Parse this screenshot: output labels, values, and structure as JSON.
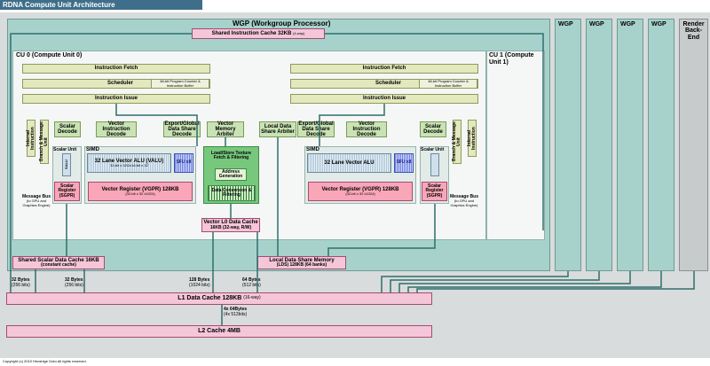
{
  "header": {
    "title": "RDNA Compute Unit Architecture"
  },
  "wgp": {
    "title": "WGP (Workgroup Processor)",
    "instr_cache": "Shared Instruction Cache 32KB",
    "instr_cache_sub": "(4-way)"
  },
  "side_wgps": [
    "WGP",
    "WGP",
    "WGP",
    "WGP"
  ],
  "render_backend": "Render Back-End",
  "cu0": {
    "title": "CU 0 (Compute Unit 0)",
    "instr_fetch": "Instruction Fetch",
    "scheduler": "Scheduler",
    "pc_note": "48-bit Program Counter & Instruction Buffer",
    "instr_issue": "Instruction Issue",
    "scalar_decode": "Scalar Decode",
    "vector_decode": "Vector Instruction Decode",
    "export_decode": "Export/Global Data Share Decode",
    "internal_instr": "Internal Instruction",
    "branch_msg": "Branch & Message Unit",
    "scalar_unit": "Scalar Unit",
    "salu": "SALU",
    "simd": "SIMD",
    "valu": "32 Lane Vector ALU (VALU)",
    "valu_sub": "32-bit x 32/2x16-bit x 32",
    "sfu": "SFU x8",
    "scalar_reg": "Scalar Register (SGPR)",
    "vector_reg": "Vector Register (VGPR) 128KB",
    "vector_reg_sub": "(32-bit x 32 x1024)",
    "message_bus": "Message Bus",
    "message_bus_sub": "(to GPU and Graphics Engine)"
  },
  "cu1": {
    "title": "CU 1 (Compute Unit 1)",
    "instr_fetch": "Instruction Fetch",
    "scheduler": "Scheduler",
    "pc_note": "48-bit Program Counter & Instruction Buffer",
    "instr_issue": "Instruction Issue",
    "export_decode": "Export/Global Data Share Decode",
    "vector_decode": "Vector Instruction Decode",
    "scalar_decode": "Scalar Decode",
    "branch_msg": "Branch & Message Unit",
    "internal_instr": "Internal Instruction",
    "simd": "SIMD",
    "valu": "32 Lane Vector ALU",
    "sfu": "SFU x8",
    "scalar_unit": "Scalar Unit",
    "vector_reg": "Vector Register (VGPR) 128KB",
    "vector_reg_sub": "(32-bit x 32 x1024)",
    "scalar_reg": "Scalar Register (SGPR)",
    "message_bus": "Message Bus",
    "message_bus_sub": "(to GPU and Graphics Engine)"
  },
  "shared": {
    "vector_mem_arbiter": "Vector Memory Arbiter",
    "lds_arbiter": "Local Data Share Arbiter",
    "texture": "Load/Store Texture Fetch & Filtering",
    "addr_gen": "Address Generation",
    "data_conv": "Data Conversion & Filtering",
    "l0_cache": "Vector L0 Data Cache",
    "l0_cache_sub": "16KB (32-way, R/W)",
    "scalar_cache": "Shared Scalar Data Cache 16KB",
    "scalar_cache_sub": "(constant cache)",
    "lds": "Local Data Share Memory",
    "lds_sub": "(LDS) 128KB (64 banks)"
  },
  "bandwidth": {
    "a": "32 Bytes",
    "a_sub": "(256 bits)",
    "b": "32 Bytes",
    "b_sub": "(256 bits)",
    "c": "128 Bytes",
    "c_sub": "(1024 bits)",
    "d": "64 Bytes",
    "d_sub": "(512 bits)",
    "e": "4x 64Bytes",
    "e_sub": "(4x 512bits)"
  },
  "l1_cache": "L1 Data Cache 128KB",
  "l1_cache_sub": "(16-way)",
  "l2_cache": "L2 Cache 4MB",
  "copyright": "Copyright (c) 2019 Hiroshige Goto All rights reserved."
}
